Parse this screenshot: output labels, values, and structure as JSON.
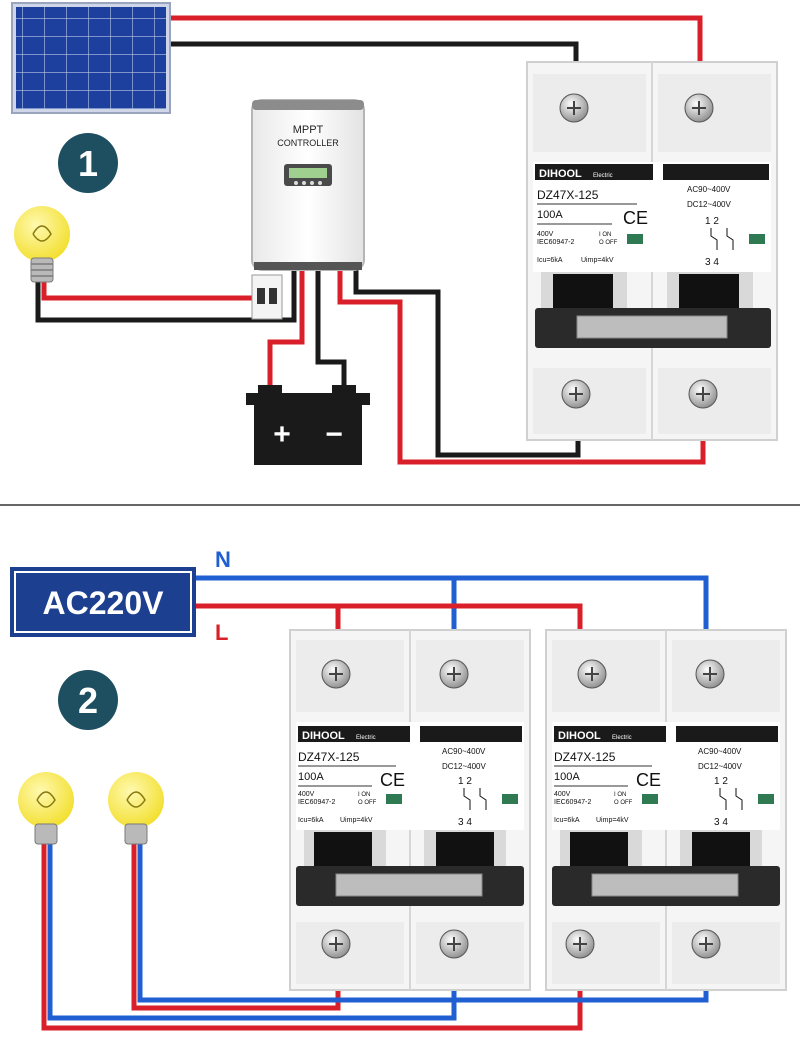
{
  "colors": {
    "red_wire": "#d9202a",
    "black_wire": "#1a1a1a",
    "blue_wire": "#1f5fd1",
    "badge": "#1e4f60",
    "ac_box": "#1c3f8f",
    "solar_panel": "#1d3f9e",
    "bulb": "#f2e23c"
  },
  "diagram1": {
    "step_number": "1",
    "controller": {
      "line1": "MPPT",
      "line2": "CONTROLLER"
    },
    "battery": {
      "plus": "+",
      "minus": "−"
    },
    "breaker": {
      "brand": "DIHOOL",
      "brand_suffix": "Electric",
      "model": "DZ47X-125",
      "rating": "100A",
      "voltage": "400V",
      "standard": "IEC60947-2",
      "icu": "Icu=6kA",
      "uimp": "Uimp=4kV",
      "switch_on": "I ON",
      "switch_off": "O OFF",
      "ac_range": "AC90~400V",
      "dc_range": "DC12~400V",
      "poles_top": "1  2",
      "poles_bottom": "3  4",
      "ce": "CE"
    }
  },
  "diagram2": {
    "step_number": "2",
    "source_label": "AC220V",
    "neutral_label": "N",
    "live_label": "L",
    "breakers": [
      {
        "brand": "DIHOOL",
        "brand_suffix": "Electric",
        "model": "DZ47X-125",
        "rating": "100A",
        "voltage": "400V",
        "standard": "IEC60947-2",
        "icu": "Icu=6kA",
        "uimp": "Uimp=4kV",
        "switch_on": "I ON",
        "switch_off": "O OFF",
        "ac_range": "AC90~400V",
        "dc_range": "DC12~400V",
        "poles_top": "1  2",
        "poles_bottom": "3  4",
        "ce": "CE"
      },
      {
        "brand": "DIHOOL",
        "brand_suffix": "Electric",
        "model": "DZ47X-125",
        "rating": "100A",
        "voltage": "400V",
        "standard": "IEC60947-2",
        "icu": "Icu=6kA",
        "uimp": "Uimp=4kV",
        "switch_on": "I ON",
        "switch_off": "O OFF",
        "ac_range": "AC90~400V",
        "dc_range": "DC12~400V",
        "poles_top": "1  2",
        "poles_bottom": "3  4",
        "ce": "CE"
      }
    ]
  }
}
